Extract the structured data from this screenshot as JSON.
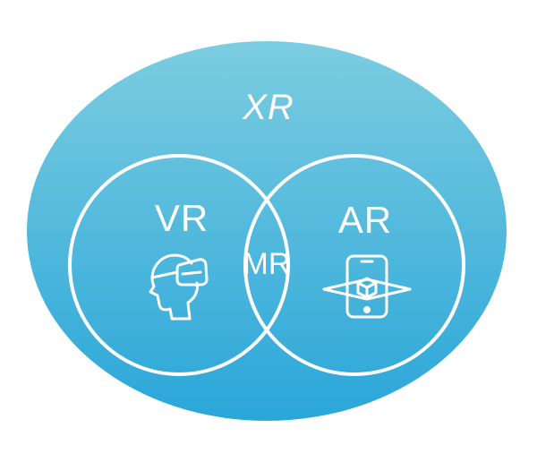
{
  "diagram": {
    "outer_set": {
      "label": "XR"
    },
    "left_set": {
      "label": "VR",
      "icon": "vr-headset-head-icon"
    },
    "intersection": {
      "label": "MR"
    },
    "right_set": {
      "label": "AR",
      "icon": "ar-smartphone-cube-icon"
    }
  },
  "colors": {
    "ellipse_top": "#7ccde0",
    "ellipse_bottom": "#2aa6d9",
    "stroke": "#ffffff",
    "text": "#ffffff",
    "background": "#ffffff"
  }
}
